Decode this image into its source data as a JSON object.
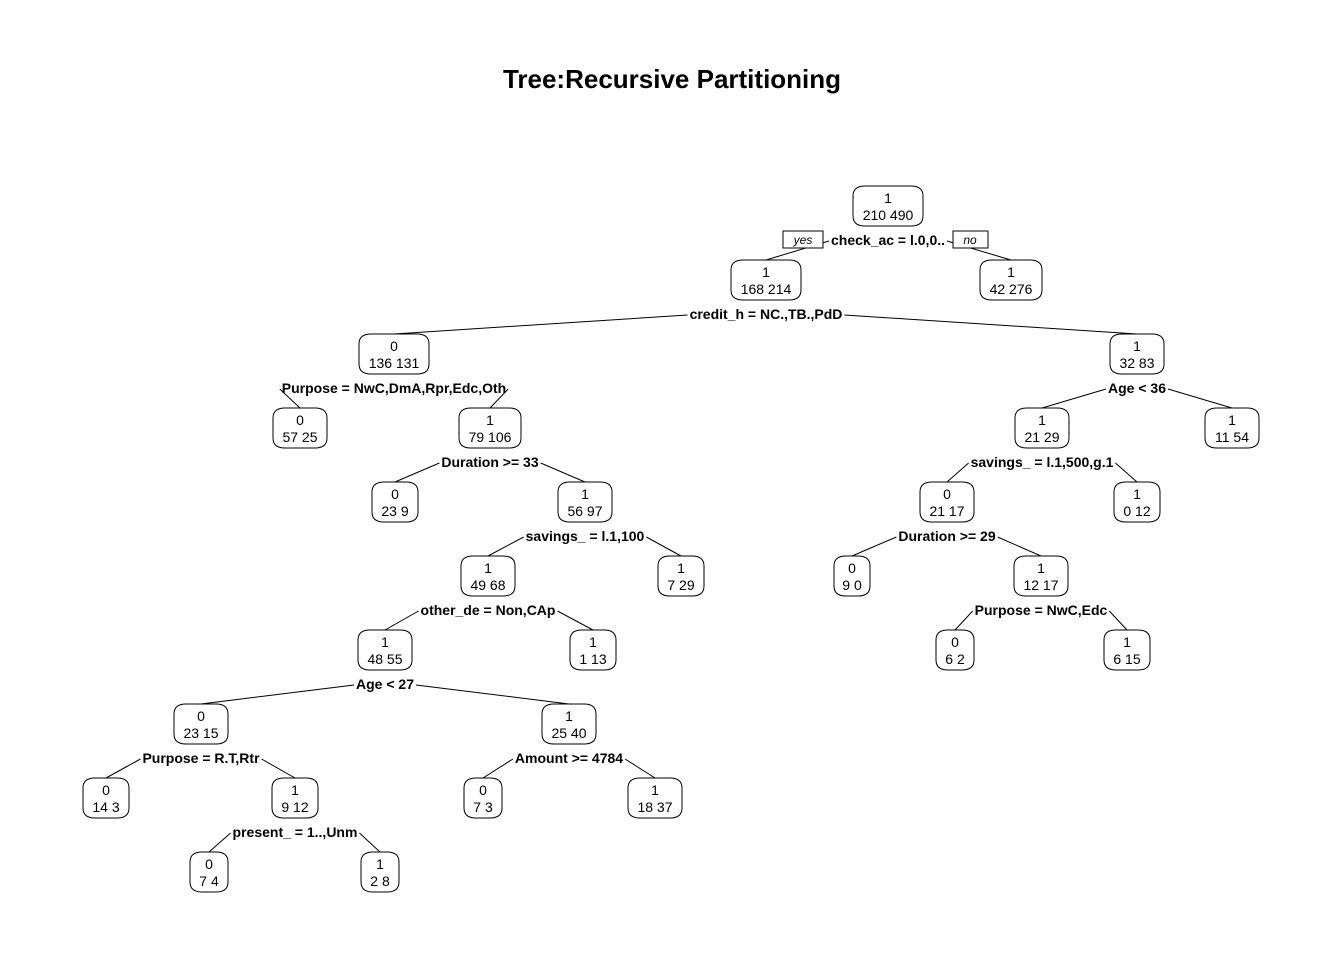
{
  "title": "Tree:Recursive Partitioning",
  "branch_labels": {
    "yes": "yes",
    "no": "no"
  },
  "nodes": [
    {
      "id": 1,
      "class": "1",
      "counts": "210  490",
      "split": "check_ac = l.0,0..",
      "children": [
        2,
        3
      ]
    },
    {
      "id": 2,
      "class": "1",
      "counts": "168  214",
      "split": "credit_h = NC.,TB.,PdD",
      "children": [
        4,
        5
      ]
    },
    {
      "id": 3,
      "class": "1",
      "counts": "42  276"
    },
    {
      "id": 4,
      "class": "0",
      "counts": "136  131",
      "split": "Purpose = NwC,DmA,Rpr,Edc,Oth",
      "children": [
        8,
        9
      ]
    },
    {
      "id": 5,
      "class": "1",
      "counts": "32  83",
      "split": "Age < 36",
      "children": [
        10,
        11
      ]
    },
    {
      "id": 8,
      "class": "0",
      "counts": "57  25"
    },
    {
      "id": 9,
      "class": "1",
      "counts": "79  106",
      "split": "Duration >= 33",
      "children": [
        18,
        19
      ]
    },
    {
      "id": 10,
      "class": "1",
      "counts": "21  29",
      "split": "savings_ = l.1,500,g.1",
      "children": [
        20,
        21
      ]
    },
    {
      "id": 11,
      "class": "1",
      "counts": "11  54"
    },
    {
      "id": 18,
      "class": "0",
      "counts": "23  9"
    },
    {
      "id": 19,
      "class": "1",
      "counts": "56  97",
      "split": "savings_ = l.1,100",
      "children": [
        38,
        39
      ]
    },
    {
      "id": 20,
      "class": "0",
      "counts": "21  17",
      "split": "Duration >= 29",
      "children": [
        40,
        41
      ]
    },
    {
      "id": 21,
      "class": "1",
      "counts": "0  12"
    },
    {
      "id": 38,
      "class": "1",
      "counts": "49  68",
      "split": "other_de = Non,CAp",
      "children": [
        76,
        77
      ]
    },
    {
      "id": 39,
      "class": "1",
      "counts": "7  29"
    },
    {
      "id": 40,
      "class": "0",
      "counts": "9  0"
    },
    {
      "id": 41,
      "class": "1",
      "counts": "12  17",
      "split": "Purpose = NwC,Edc",
      "children": [
        82,
        83
      ]
    },
    {
      "id": 76,
      "class": "1",
      "counts": "48  55",
      "split": "Age < 27",
      "children": [
        152,
        153
      ]
    },
    {
      "id": 77,
      "class": "1",
      "counts": "1  13"
    },
    {
      "id": 82,
      "class": "0",
      "counts": "6  2"
    },
    {
      "id": 83,
      "class": "1",
      "counts": "6  15"
    },
    {
      "id": 152,
      "class": "0",
      "counts": "23  15",
      "split": "Purpose = R.T,Rtr",
      "children": [
        304,
        305
      ]
    },
    {
      "id": 153,
      "class": "1",
      "counts": "25  40",
      "split": "Amount >= 4784",
      "children": [
        306,
        307
      ]
    },
    {
      "id": 304,
      "class": "0",
      "counts": "14  3"
    },
    {
      "id": 305,
      "class": "1",
      "counts": "9  12",
      "split": "present_ = 1..,Unm",
      "children": [
        610,
        611
      ]
    },
    {
      "id": 306,
      "class": "0",
      "counts": "7  3"
    },
    {
      "id": 307,
      "class": "1",
      "counts": "18  37"
    },
    {
      "id": 610,
      "class": "0",
      "counts": "7  4"
    },
    {
      "id": 611,
      "class": "1",
      "counts": "2  8"
    }
  ]
}
